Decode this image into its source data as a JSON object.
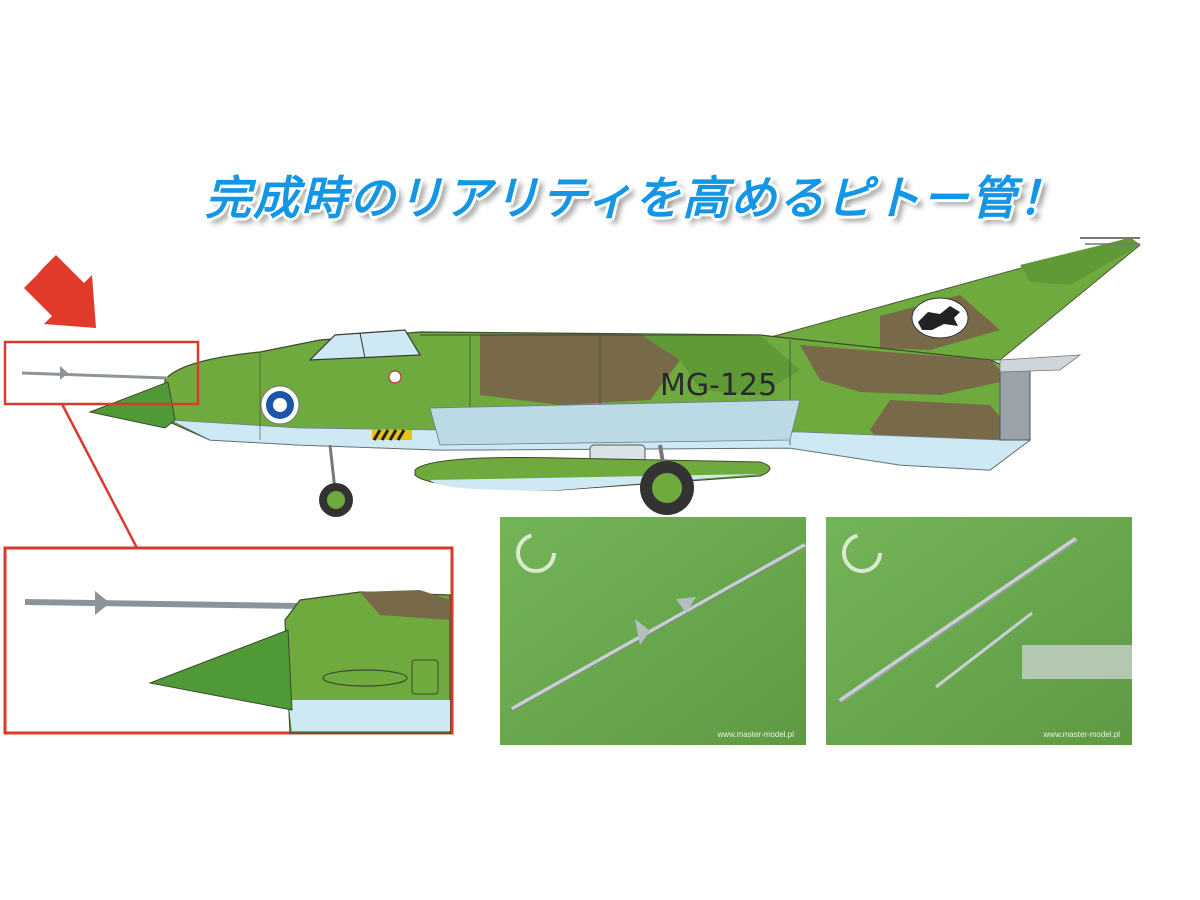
{
  "headline": "完成時のリアリティを高めるピトー管！",
  "aircraft": {
    "tail_code": "MG-125"
  },
  "photos": [
    {
      "watermark": "www.master-model.pl"
    },
    {
      "watermark": "www.master-model.pl"
    }
  ],
  "colors": {
    "headline": "#1496e6",
    "camo_green": "#6faa3f",
    "camo_brown": "#786a48",
    "belly": "#cfe9f4",
    "callout": "#d93a2b",
    "photo_bg": "#6aa84f"
  },
  "icons": {
    "arrow": "callout-arrow-icon",
    "roundel": "finnish-roundel-icon",
    "unit_badge": "lynx-badge-icon",
    "brand": "master-model-logo-icon"
  }
}
